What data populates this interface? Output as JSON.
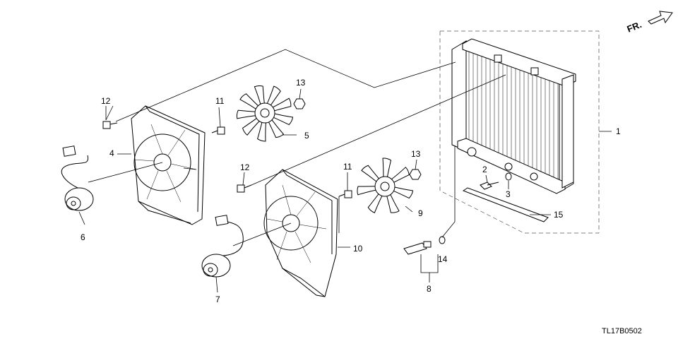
{
  "diagram": {
    "direction_mark": "FR.",
    "code": "TL17B0502",
    "callouts": [
      "1",
      "2",
      "3",
      "4",
      "5",
      "6",
      "7",
      "8",
      "9",
      "10",
      "11",
      "11",
      "12",
      "12",
      "13",
      "13",
      "14",
      "15"
    ]
  }
}
